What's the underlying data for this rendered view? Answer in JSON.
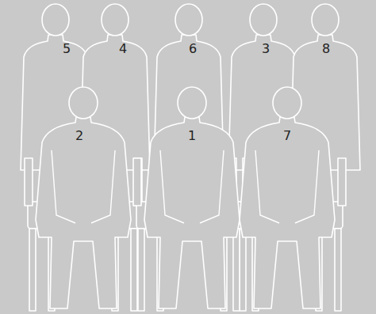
{
  "diagram": {
    "labels": [
      "5",
      "4",
      "6",
      "3",
      "8",
      "2",
      "1",
      "7"
    ]
  }
}
